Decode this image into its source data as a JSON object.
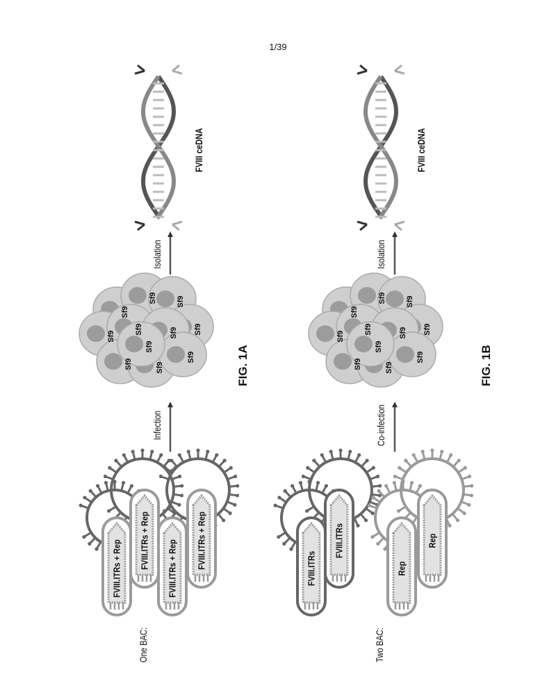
{
  "page_number": "1/39",
  "fig_1a": {
    "title": "FIG. 1A",
    "bac_label": "One BAC:",
    "rods": [
      "FVIII.ITRs + Rep",
      "FVIII.ITRs + Rep",
      "FVIII.ITRs + Rep",
      "FVIII.ITRs + Rep"
    ],
    "step1": "Infection",
    "cell_label": "Sf9",
    "step2": "Isolation",
    "product": "FVIII ceDNA"
  },
  "fig_1b": {
    "title": "FIG. 1B",
    "bac_label": "Two BAC:",
    "rods": [
      "FVIII.ITRs",
      "FVIII.ITRs",
      "Rep",
      "Rep"
    ],
    "step1": "Co-infection",
    "cell_label": "Sf9",
    "step2": "Isolation",
    "product": "FVIII ceDNA"
  },
  "colors": {
    "virus_dark": "#666666",
    "virus_light": "#9a9a9a",
    "cell": "#cfcfcf",
    "nucleus": "#9c9c9c",
    "rod_fill": "#e2e2e2"
  }
}
